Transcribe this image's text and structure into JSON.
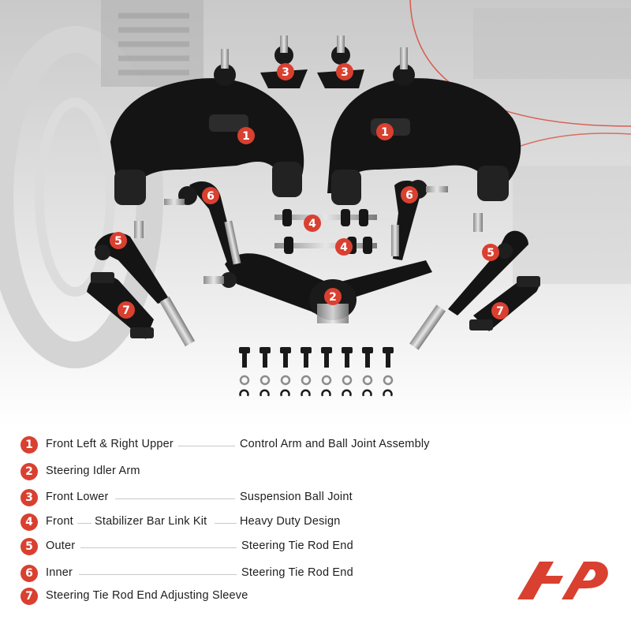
{
  "legend": [
    {
      "num": "1",
      "a": "Front Left & Right Upper",
      "b": "",
      "c": "Control Arm and Ball Joint Assembly"
    },
    {
      "num": "2",
      "a": "Steering Idler Arm",
      "b": "",
      "c": ""
    },
    {
      "num": "3",
      "a": "Front Lower",
      "b": "",
      "c": "Suspension Ball Joint"
    },
    {
      "num": "4",
      "a": "Front",
      "b": "Stabilizer Bar Link Kit",
      "c": "Heavy Duty Design"
    },
    {
      "num": "5",
      "a": "Outer",
      "b": "",
      "c": "Steering Tie Rod End"
    },
    {
      "num": "6",
      "a": "Inner",
      "b": "",
      "c": "Steering Tie Rod End"
    },
    {
      "num": "7",
      "a": "Steering Tie Rod End Adjusting Sleeve",
      "b": "",
      "c": ""
    }
  ],
  "callouts": {
    "c1": "1",
    "c2": "2",
    "c3": "3",
    "c4": "4",
    "c5": "5",
    "c6": "6",
    "c7": "7"
  },
  "colors": {
    "accent": "#d94030",
    "part": "#141414",
    "metal": "#b9b9b9"
  },
  "logo": {
    "icon": "brand-logo-icon"
  }
}
